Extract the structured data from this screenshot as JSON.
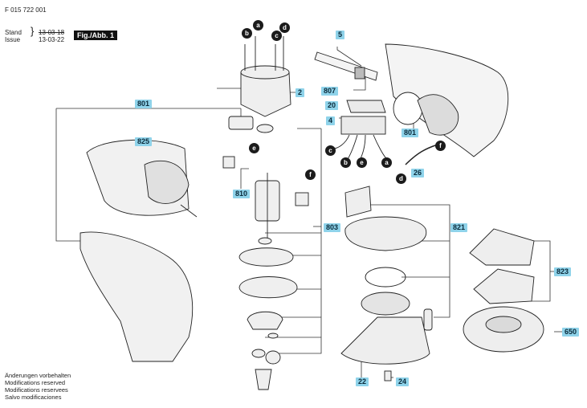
{
  "header": {
    "doc_id": "F 015 722 001",
    "stand_label": "Stand",
    "issue_label": "Issue",
    "stand_date": "13-03-18",
    "issue_date": "13-03-22",
    "figure_label": "Fig./Abb. 1"
  },
  "part_tags": {
    "p5": "5",
    "p807": "807",
    "p20": "20",
    "p4": "4",
    "p801a": "801",
    "p26": "26",
    "p2": "2",
    "p801b": "801",
    "p825": "825",
    "p810": "810",
    "p803": "803",
    "p821": "821",
    "p823": "823",
    "p650": "650",
    "p22": "22",
    "p24": "24"
  },
  "wire_letters": {
    "w1": "a",
    "w2": "b",
    "w3": "c",
    "w4": "d",
    "w5": "e",
    "w6": "f",
    "w7": "c",
    "w8": "b",
    "w9": "e",
    "w10": "a",
    "w11": "f",
    "w12": "d"
  },
  "notes": {
    "l1": "Änderungen vorbehalten",
    "l2": "Modifications reserved",
    "l3": "Modifications reservees",
    "l4": "Salvo modificaciones"
  }
}
